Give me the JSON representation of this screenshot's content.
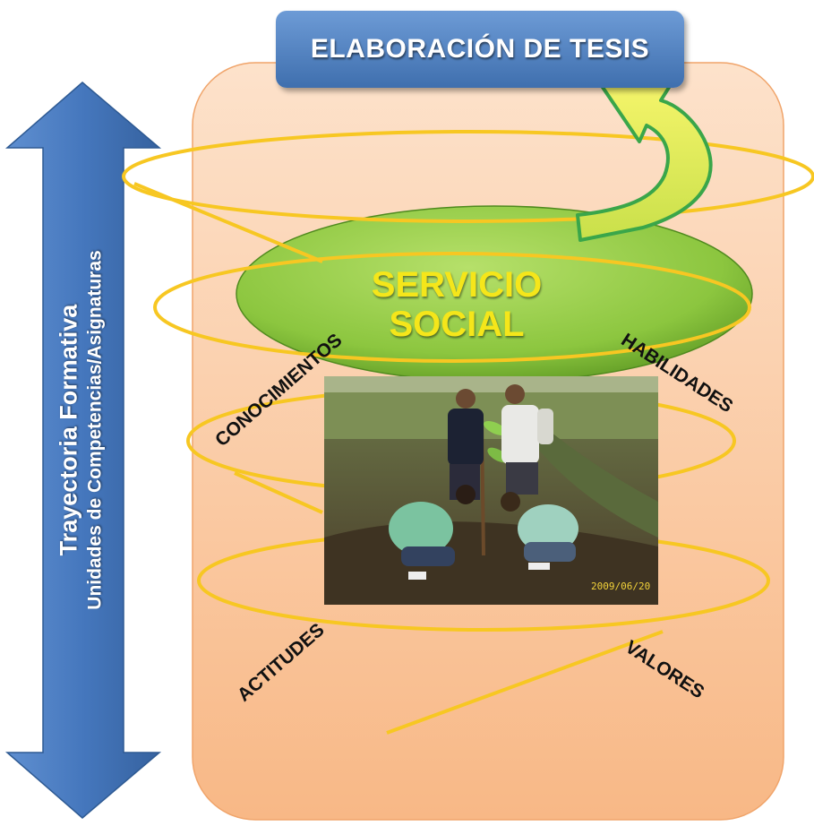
{
  "header": {
    "title": "ELABORACIÓN DE TESIS"
  },
  "side_arrow": {
    "title": "Trayectoria Formativa",
    "subtitle": "Unidades de Competencias/Asignaturas"
  },
  "center": {
    "label_line1": "SERVICIO",
    "label_line2": "SOCIAL"
  },
  "photo": {
    "date_stamp": "2009/06/20"
  },
  "dimensions": {
    "conocimientos": "CONOCIMIENTOS",
    "habilidades": "HABILIDADES",
    "actitudes": "ACTITUDES",
    "valores": "VALORES"
  },
  "colors": {
    "box_blue": "#4a7cc0",
    "panel_peach": "#f9c79c",
    "ellipse_green": "#8cc63f",
    "spiral_yellow": "#f7c722",
    "curved_arrow_fill": "#e8ef55",
    "curved_arrow_outline": "#3aa64a"
  }
}
